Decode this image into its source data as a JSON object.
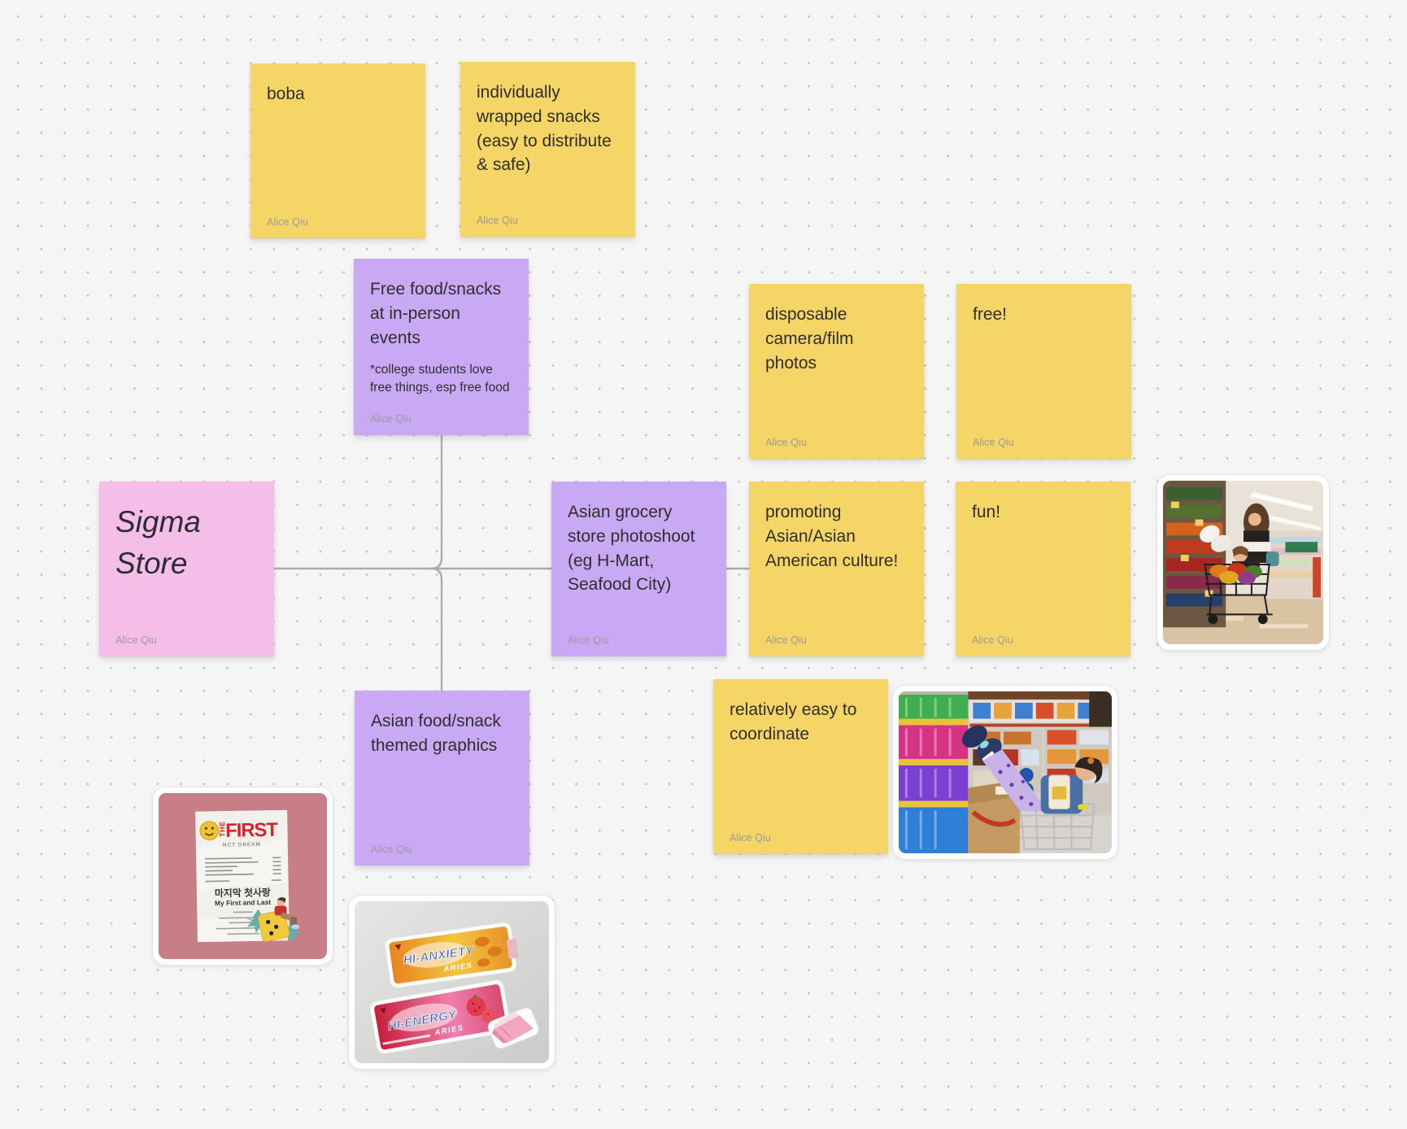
{
  "canvas": {
    "background": "#F5F5F6",
    "dot_color": "#C9C9CC"
  },
  "colors": {
    "sticky_yellow": "#F6D567",
    "sticky_purple": "#CAA9F4",
    "sticky_pink": "#F4BEE9",
    "connector_gray": "#ABABAB",
    "text_ink": "#2E2E2E",
    "author_gray": "#9B9B9B"
  },
  "stickies": {
    "boba": {
      "text": "boba",
      "author": "Alice Qiu"
    },
    "wrapped_snacks": {
      "text": "individually wrapped snacks (easy to distribute & safe)",
      "author": "Alice Qiu"
    },
    "free_food": {
      "title": "Free food/snacks at in-person events",
      "note": "*college students love free things, esp free food",
      "author": "Alice Qiu"
    },
    "sigma_store": {
      "text": "Sigma Store",
      "author": "Alice Qiu"
    },
    "asian_grocery": {
      "text": "Asian grocery store photoshoot (eg H-Mart, Seafood City)",
      "author": "Alice Qiu"
    },
    "disposable_camera": {
      "text": "disposable camera/film photos",
      "author": "Alice Qiu"
    },
    "free": {
      "text": "free!",
      "author": "Alice Qiu"
    },
    "promoting_culture": {
      "text": "promoting Asian/Asian American culture!",
      "author": "Alice Qiu"
    },
    "fun": {
      "text": "fun!",
      "author": "Alice Qiu"
    },
    "easy_coordinate": {
      "text": "relatively easy to coordinate",
      "author": "Alice Qiu"
    },
    "themed_graphics": {
      "text": "Asian food/snack themed graphics",
      "author": "Alice Qiu"
    }
  },
  "images": {
    "grocery_cart_photo": {
      "alt": "Two friends with a shopping cart in a grocery snack aisle"
    },
    "person_in_cart_photo": {
      "alt": "Person reclining in a shopping cart among colorful snack shelves"
    },
    "receipt_art": {
      "the": "THE",
      "title": "FIRST",
      "artist": "NCT DREAM",
      "korean_title": "마지막 첫사랑",
      "subtitle": "My First and Last"
    },
    "stickers_photo": {
      "sticker1_title": "HI-ANXIETY",
      "sticker1_sub": "ARIES",
      "sticker2_title": "HI-ENERGY",
      "sticker2_sub": "ARIES"
    }
  }
}
